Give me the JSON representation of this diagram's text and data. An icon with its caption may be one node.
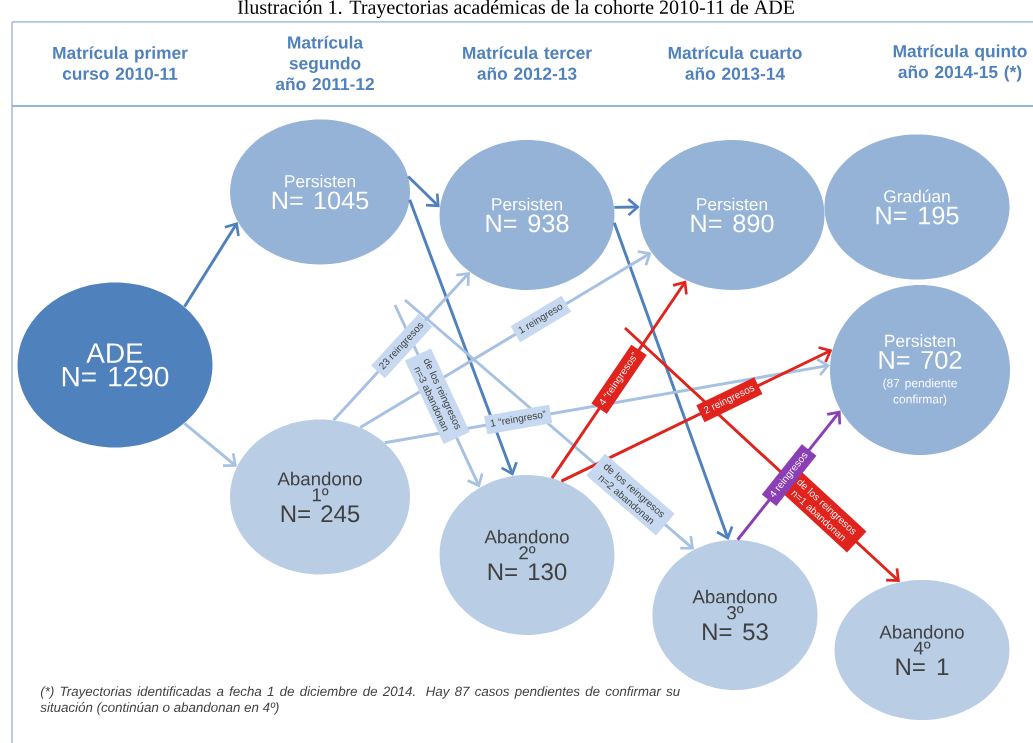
{
  "diagram": {
    "title": "Ilustración 1. Trayectorias académicas de la cohorte 2010-11 de ADE",
    "nodes": [
      {
        "text": [
          "ADE",
          "N= 1290"
        ]
      },
      {
        "text": [
          "Persisten",
          "N= 1045"
        ]
      },
      {
        "text": [
          "Abandono 1º",
          "N= 245"
        ]
      },
      {
        "text": [
          "Persisten",
          "N= 938"
        ]
      },
      {
        "text": [
          "Abandono 2º",
          "N= 130"
        ]
      },
      {
        "text": [
          "Persisten",
          "N= 890"
        ]
      },
      {
        "text": [
          "Abandono 3º",
          "N= 53"
        ]
      },
      {
        "text": [
          "Gradúan",
          "N= 195"
        ]
      },
      {
        "text": [
          "Persisten",
          "N= 702",
          "(87 pendiente confirmar)"
        ]
      },
      {
        "text": [
          "Abandono 4º",
          "N= 1"
        ]
      }
    ],
    "edges": [
      {
        "from": 0,
        "to": 1,
        "arrow": "to"
      },
      {
        "from": 0,
        "to": 2,
        "arrow": "to",
        "color": "#a7c1e2"
      },
      {
        "from": 1,
        "to": 3,
        "arrow": "to"
      },
      {
        "from": 1,
        "to": 4,
        "arrow": "to"
      },
      {
        "from": 3,
        "to": 5,
        "arrow": "to"
      },
      {
        "from": 3,
        "to": 6,
        "arrow": "to"
      },
      {
        "from": 2,
        "to": 3,
        "arrow": "to",
        "label": "23 reingresos",
        "color": "#a7c1e2"
      },
      {
        "from": 2,
        "to": 5,
        "arrow": "to",
        "label": "1 reingreso",
        "color": "#a7c1e2"
      },
      {
        "from": 2,
        "to": 8,
        "arrow": "to",
        "label": "1 “reingreso”",
        "color": "#a7c1e2"
      },
      {
        "from": null,
        "to": 4,
        "arrow": "to",
        "label": "de los reingresos n=3 abandonan",
        "color": "#a7c1e2"
      },
      {
        "from": null,
        "to": 6,
        "arrow": "to",
        "label": "de los reingresos n=2 abandonan",
        "color": "#a7c1e2"
      },
      {
        "from": 4,
        "to": 5,
        "arrow": "to",
        "label": "4 “reingresos”",
        "color": "#e0231c"
      },
      {
        "from": 4,
        "to": 8,
        "arrow": "to",
        "label": "2 reingresos",
        "color": "#e0231c"
      },
      {
        "from": null,
        "to": 9,
        "arrow": "to",
        "label": "de los reingresos n=1 abandonan",
        "color": "#e0231c"
      },
      {
        "from": 6,
        "to": 8,
        "arrow": "to",
        "label": "4 reingresos",
        "color": "#8a3fb5"
      }
    ],
    "labels": [
      "Matrícula primer curso 2010-11",
      "Matrícula segundo año 2011-12",
      "Matrícula tercer año 2012-13",
      "Matrícula cuarto año 2013-14",
      "Matrícula quinto año 2014-15 (*)",
      "(*) Trayectorias identificadas a fecha 1 de diciembre de 2014. Hay 87 casos pendientes de confirmar su situación (continúan o abandonan en 4º)"
    ]
  }
}
